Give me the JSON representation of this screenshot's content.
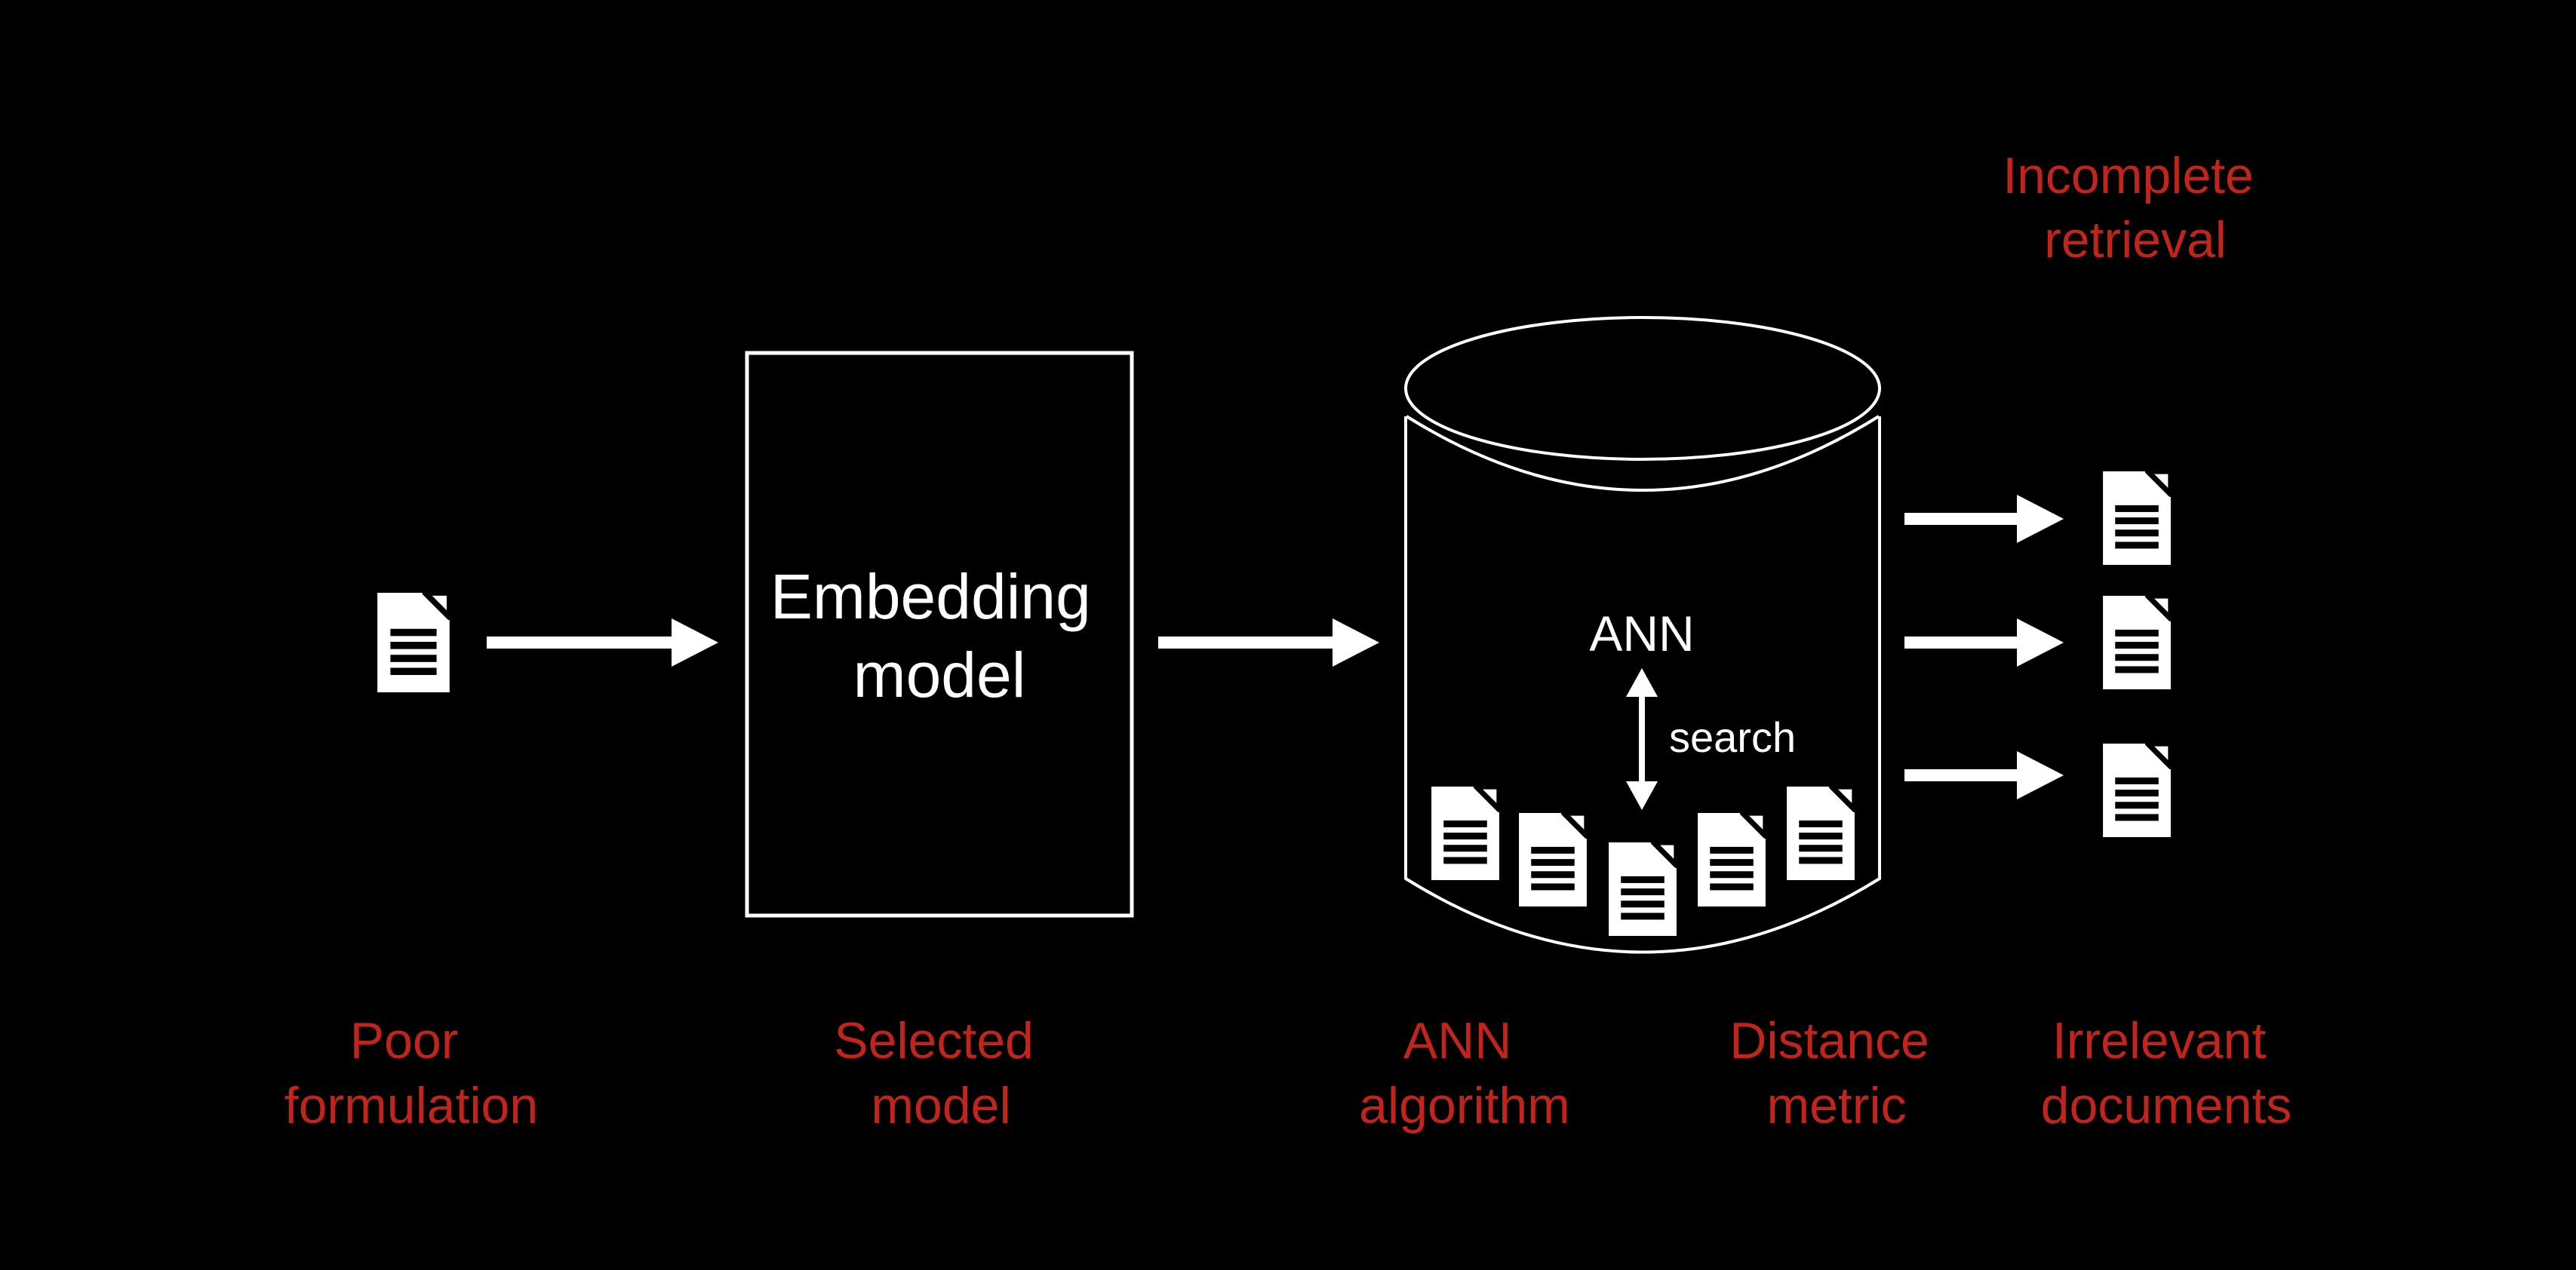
{
  "colors": {
    "background": "#000000",
    "diagram_stroke": "#ffffff",
    "text_white": "#ffffff",
    "text_red": "#c0241a"
  },
  "pipeline": {
    "embedding_box": {
      "line1": "Embedding",
      "line2": "model"
    },
    "database": {
      "algorithm_label": "ANN",
      "search_label": "search"
    }
  },
  "annotations": {
    "incomplete_retrieval": {
      "line1": "Incomplete",
      "line2": "retrieval"
    },
    "poor_formulation": {
      "line1": "Poor",
      "line2": "formulation"
    },
    "selected_model": {
      "line1": "Selected",
      "line2": "model"
    },
    "ann_algorithm": {
      "line1": "ANN",
      "line2": "algorithm"
    },
    "distance_metric": {
      "line1": "Distance",
      "line2": "metric"
    },
    "irrelevant_documents": {
      "line1": "Irrelevant",
      "line2": "documents"
    }
  }
}
